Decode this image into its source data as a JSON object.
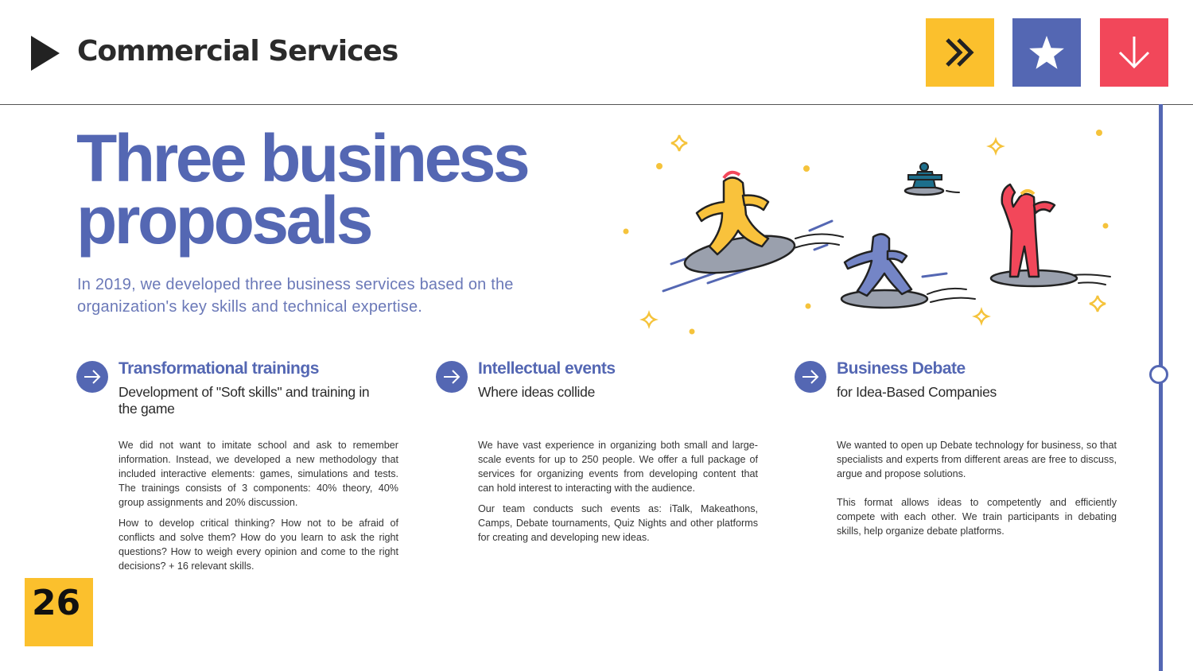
{
  "colors": {
    "accent": "#5467b3",
    "yellow": "#fbc02d",
    "blue": "#5467b3",
    "red": "#f2475a",
    "dark": "#2b2b2b"
  },
  "header": {
    "title": "Commercial Services",
    "icons": [
      "play-triangle-icon",
      "double-chevron-right-icon",
      "star-icon",
      "arrow-down-icon"
    ]
  },
  "hero": {
    "title_line1": "Three business",
    "title_line2": "proposals",
    "intro": "In 2019, we developed three business services based on the organization's key skills and technical expertise."
  },
  "columns": [
    {
      "title": "Transformational trainings",
      "subtitle": "Development of \"Soft skills\" and training in the game",
      "paragraphs": [
        "We did not want to imitate school and ask to remember information. Instead, we developed a new methodology that included interactive elements: games, simulations and tests. The trainings consists of 3 components: 40% theory, 40% group assignments and 20% discussion.",
        "How to develop critical thinking? How not to be afraid of conflicts and solve them? How do you learn to ask the right questions? How to weigh every opinion and come to the right decisions? + 16 relevant skills."
      ]
    },
    {
      "title": "Intellectual events",
      "subtitle": "Where ideas collide",
      "paragraphs": [
        "We have vast experience in organizing both small and large-scale events for up to 250 people. We offer a full package of services for organizing events from developing content that can hold interest to interacting with the audience.",
        "Our team conducts such events as: iTalk, Makeathons, Camps, Debate tournaments, Quiz Nights and other platforms for creating and developing new ideas."
      ]
    },
    {
      "title": "Business Debate",
      "subtitle": "for Idea-Based Companies",
      "paragraphs": [
        "We wanted to open up Debate technology for business, so that specialists and experts from different areas are free to discuss, argue and propose solutions.",
        "This format allows ideas to competently and efficiently compete with each other. We train participants in debating skills, help organize debate platforms."
      ]
    }
  ],
  "page": {
    "number": "26"
  }
}
